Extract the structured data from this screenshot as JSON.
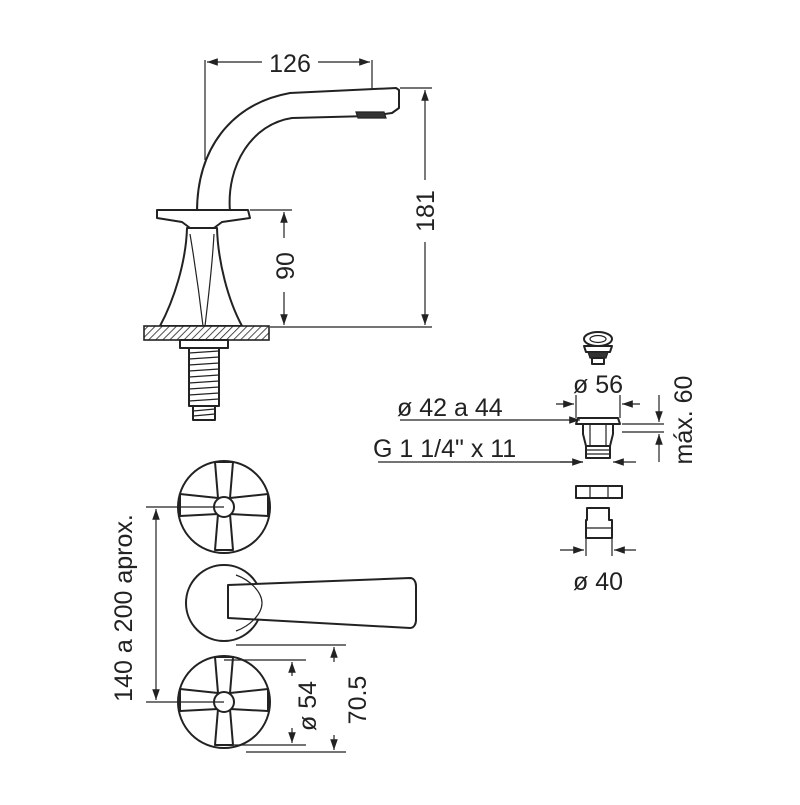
{
  "dimensions": {
    "spout_reach": "126",
    "total_height": "181",
    "body_height": "90",
    "handle_spacing": "140 a 200 aprox.",
    "handle_diameter": "ø 54",
    "handle_height": "70.5",
    "drain_flange_diameter": "ø 56",
    "drain_hole_diameter": "ø 42 a 44",
    "drain_thread": "G 1 1/4\" x 11",
    "drain_max_height": "máx. 60",
    "drain_tail_diameter": "ø 40"
  }
}
